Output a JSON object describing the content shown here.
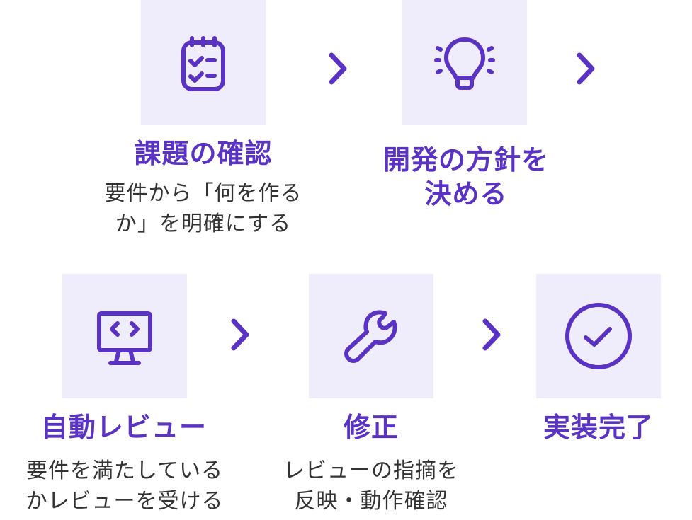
{
  "colors": {
    "accent": "#5a33c4",
    "box_background": "#efedfc",
    "description_text": "#333333",
    "background": "#ffffff"
  },
  "steps": [
    {
      "icon": "checklist-notepad-icon",
      "title_lines": [
        "課題の確認"
      ],
      "description_lines": [
        "要件から「何を作る",
        "か」を明確にする"
      ]
    },
    {
      "icon": "lightbulb-icon",
      "title_lines": [
        "開発の方針を",
        "決める"
      ],
      "description_lines": []
    },
    {
      "icon": "monitor-code-icon",
      "title_lines": [
        "自動レビュー"
      ],
      "description_lines": [
        "要件を満たしている",
        "かレビューを受ける"
      ]
    },
    {
      "icon": "wrench-icon",
      "title_lines": [
        "修正"
      ],
      "description_lines": [
        "レビューの指摘を",
        "反映・動作確認"
      ]
    },
    {
      "icon": "check-circle-icon",
      "title_lines": [
        "実装完了"
      ],
      "description_lines": []
    }
  ],
  "connectors": [
    "chevron-right-icon",
    "chevron-right-icon",
    "chevron-right-icon",
    "chevron-right-icon"
  ]
}
